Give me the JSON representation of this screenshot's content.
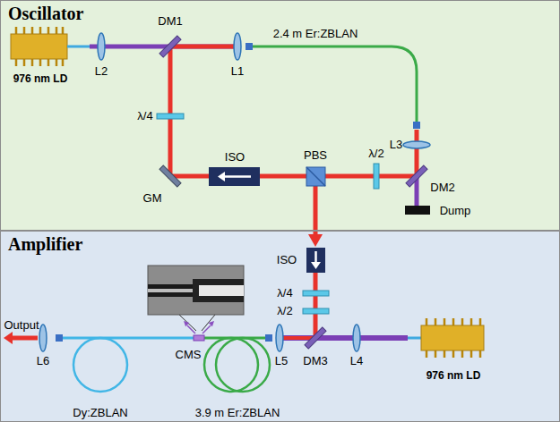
{
  "diagram": {
    "nodes": [
      {
        "text": [
          "Oscillator"
        ]
      },
      {
        "text": [
          "976 nm LD"
        ],
        "in": 0
      },
      {
        "text": [
          "Amplifier"
        ]
      },
      {
        "text": [
          "976 nm LD"
        ],
        "in": 2
      }
    ],
    "labels": [
      "DM1",
      "L2",
      "L1",
      "2.4 m Er:ZBLAN",
      "λ/4",
      "GM",
      "ISO",
      "PBS",
      "λ/2",
      "L3",
      "DM2",
      "Dump",
      "ISO",
      "λ/4",
      "λ/2",
      "L5",
      "DM3",
      "L4",
      "Output",
      "L6",
      "CMS",
      "Dy:ZBLAN",
      "3.9 m Er:ZBLAN"
    ]
  }
}
